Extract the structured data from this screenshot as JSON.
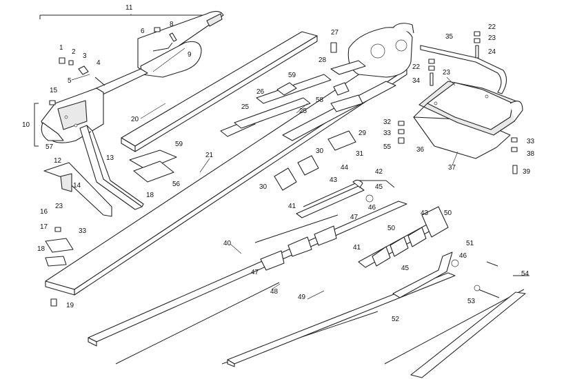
{
  "diagram": {
    "callouts": [
      "11",
      "1",
      "2",
      "3",
      "4",
      "5",
      "6",
      "8",
      "9",
      "15",
      "10",
      "57",
      "20",
      "27",
      "28",
      "59",
      "26",
      "25",
      "58",
      "29",
      "22",
      "23",
      "24",
      "35",
      "22",
      "23",
      "34",
      "32",
      "33",
      "55",
      "36",
      "37",
      "33",
      "38",
      "39",
      "30",
      "31",
      "21",
      "13",
      "59",
      "12",
      "14",
      "18",
      "56",
      "16",
      "23",
      "44",
      "42",
      "43",
      "45",
      "46",
      "41",
      "47",
      "17",
      "33",
      "18",
      "40",
      "47",
      "48",
      "50",
      "43",
      "51",
      "41",
      "46",
      "45",
      "49",
      "19",
      "54",
      "53",
      "52",
      "50",
      "25",
      "30"
    ]
  }
}
